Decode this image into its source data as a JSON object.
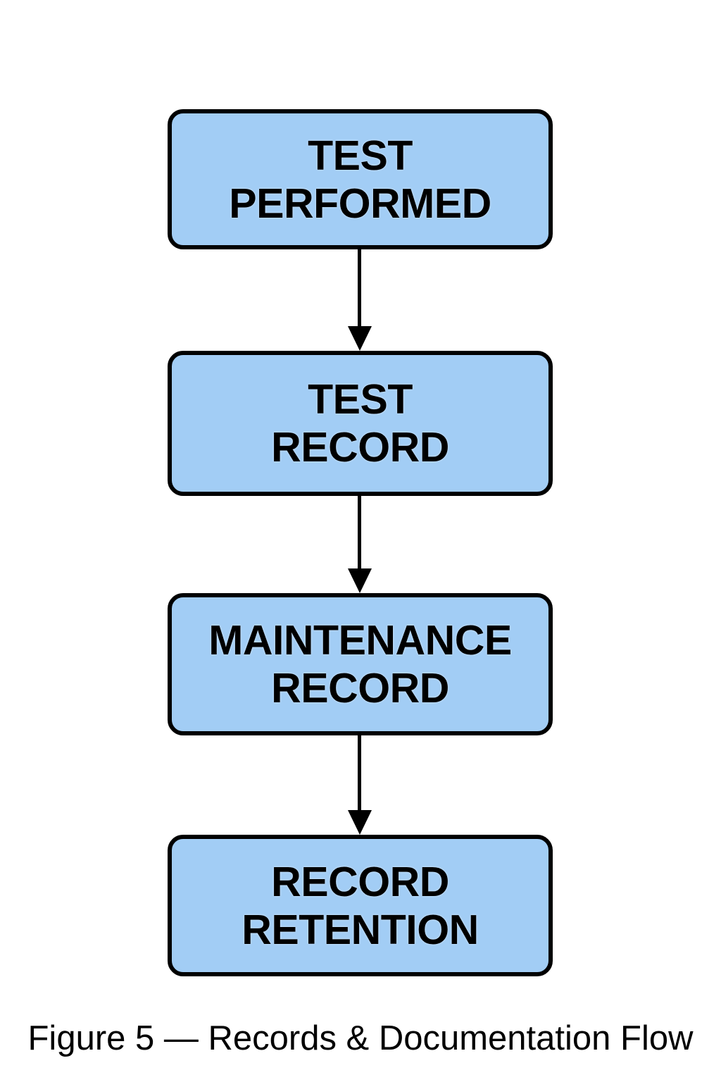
{
  "figure": {
    "caption": "Figure 5 — Records & Documentation Flow"
  },
  "diagram": {
    "type": "flowchart",
    "direction": "top-down",
    "nodes": [
      {
        "id": "test-performed",
        "label": "TEST\nPERFORMED"
      },
      {
        "id": "test-record",
        "label": "TEST\nRECORD"
      },
      {
        "id": "maintenance-record",
        "label": "MAINTENANCE\nRECORD"
      },
      {
        "id": "record-retention",
        "label": "RECORD\nRETENTION"
      }
    ],
    "edges": [
      {
        "from": "test-performed",
        "to": "test-record"
      },
      {
        "from": "test-record",
        "to": "maintenance-record"
      },
      {
        "from": "maintenance-record",
        "to": "record-retention"
      }
    ]
  },
  "colors": {
    "background": "#FFFFFF",
    "node_fill": "#A2CDF5",
    "node_border": "#000000",
    "arrow": "#000000",
    "text": "#000000"
  }
}
